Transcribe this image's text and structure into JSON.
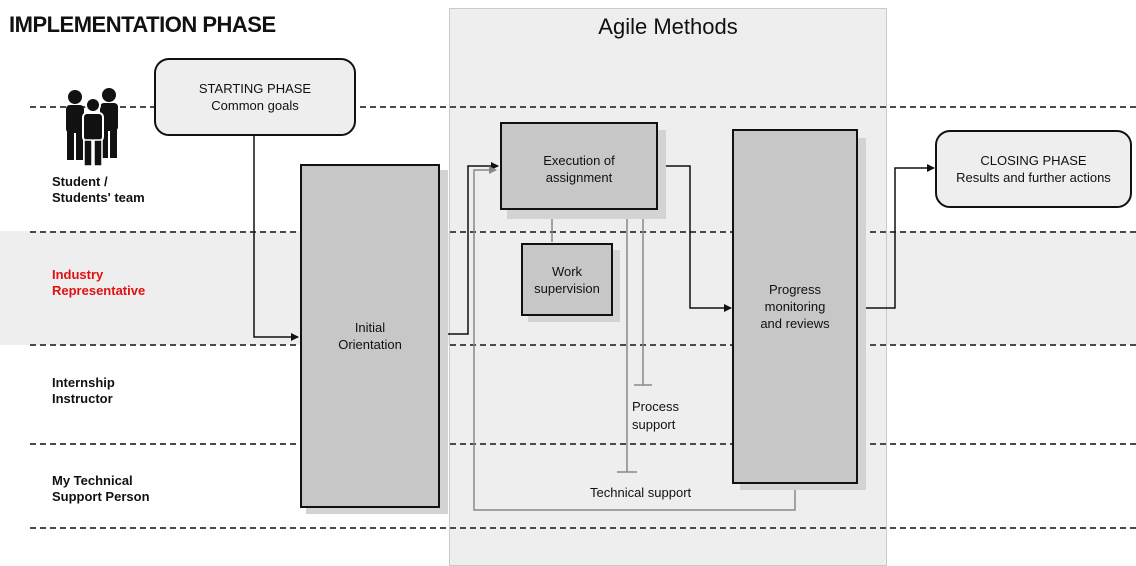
{
  "header": {
    "title": "IMPLEMENTATION PHASE"
  },
  "agile": {
    "title": "Agile Methods"
  },
  "lanes": {
    "student": "Student /\nStudents' team",
    "industry": "Industry\nRepresentative",
    "instructor": "Internship\nInstructor",
    "technical": "My Technical\nSupport Person"
  },
  "boxes": {
    "starting": {
      "line1": "STARTING PHASE",
      "line2": "Common goals"
    },
    "orientation": "Initial\nOrientation",
    "execution": "Execution of\nassignment",
    "supervision": "Work\nsupervision",
    "progress": "Progress\nmonitoring\nand reviews",
    "closing": {
      "line1": "CLOSING PHASE",
      "line2": "Results and further actions"
    }
  },
  "labels": {
    "process_support": "Process\nsupport",
    "technical_support": "Technical support"
  },
  "colors": {
    "lane_highlight": "#e01010",
    "box_fill": "#c7c7c7",
    "agile_background": "#eeeeee",
    "support_lines": "#888888"
  },
  "icons": {
    "team": "people-group-icon"
  }
}
